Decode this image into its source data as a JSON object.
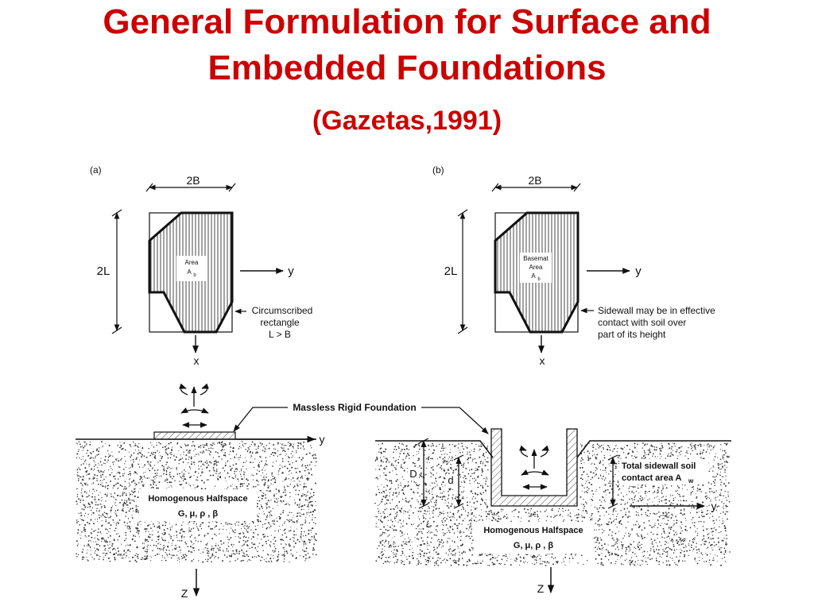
{
  "title": {
    "line1": "General Formulation for Surface and",
    "line2": "Embedded Foundations",
    "citation": "(Gazetas,1991)"
  },
  "panel_a": {
    "label": "(a)",
    "width_label": "2B",
    "length_label": "2L",
    "area_line1": "Area",
    "area_line2": "A",
    "area_sub": "b",
    "axis_y": "y",
    "axis_x": "x",
    "note_line1": "Circumscribed",
    "note_line2": "rectangle",
    "note_line3": "L > B"
  },
  "panel_b": {
    "label": "(b)",
    "width_label": "2B",
    "length_label": "2L",
    "area_line1": "Basemat",
    "area_line2": "Area",
    "area_line3": "A",
    "area_sub": "b",
    "axis_y": "y",
    "axis_x": "x",
    "note_line1": "Sidewall may be in effective",
    "note_line2": "contact with soil over",
    "note_line3": "part of its height"
  },
  "surface": {
    "axis_y": "y",
    "axis_z": "Z",
    "soil_line1": "Homogenous Halfspace",
    "soil_line2": "G, μ, ρ , β"
  },
  "foundation_label": "Massless Rigid Foundation",
  "embedded": {
    "depth_D": "D",
    "depth_d": "d",
    "axis_y": "y",
    "axis_z": "Z",
    "sidewall_line1": "Total sidewall soil",
    "sidewall_line2": "contact area A",
    "sidewall_sub": "w",
    "soil_line1": "Homogenous Halfspace",
    "soil_line2": "G, μ, ρ , β"
  }
}
